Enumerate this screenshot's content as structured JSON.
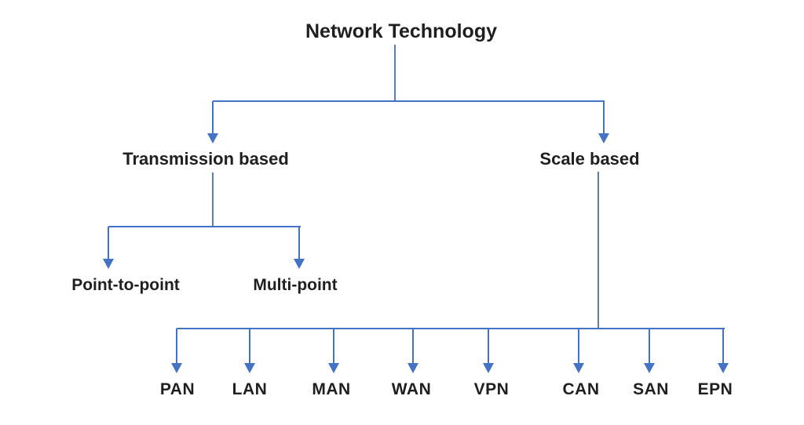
{
  "diagram": {
    "title": "Network Technology",
    "branches": [
      {
        "label": "Transmission based",
        "children": [
          "Point-to-point",
          "Multi-point"
        ]
      },
      {
        "label": "Scale based",
        "children": [
          "PAN",
          "LAN",
          "MAN",
          "WAN",
          "VPN",
          "CAN",
          "SAN",
          "EPN"
        ]
      }
    ],
    "colors": {
      "connector_line": "#5d7e9e",
      "arrow": "#4472c4",
      "text": "#1f1f1f",
      "background": "#ffffff"
    }
  }
}
